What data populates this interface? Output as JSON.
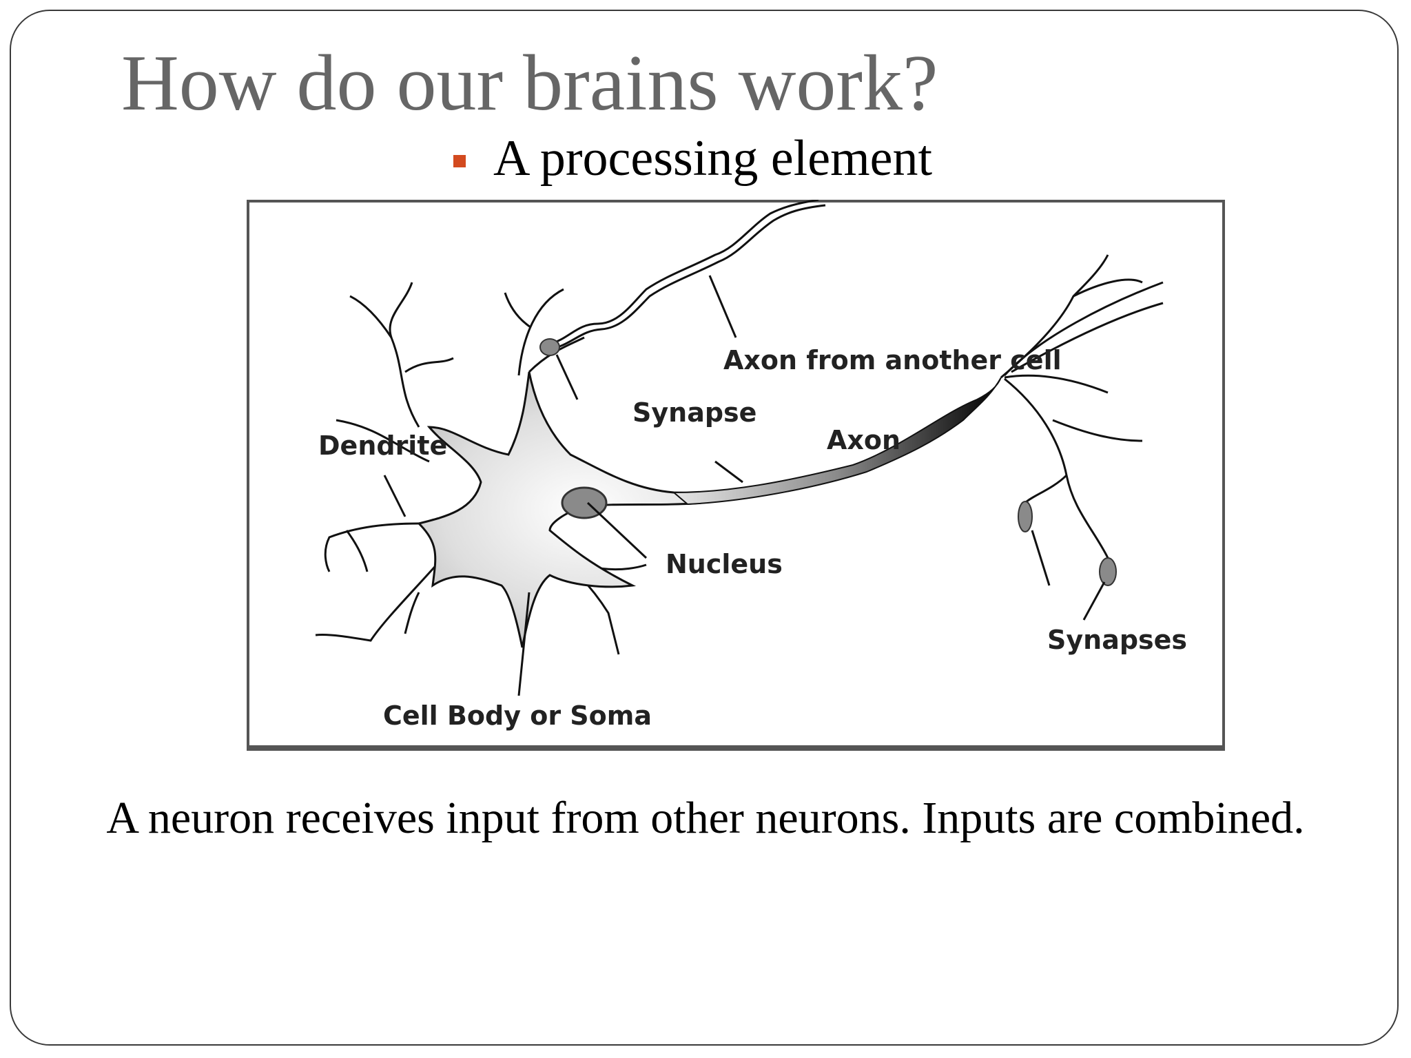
{
  "slide": {
    "title": "How do our brains work?",
    "bullet": "A processing element",
    "caption": "A neuron receives input from other neurons. Inputs are combined.",
    "bullet_color": "#d34a1f",
    "title_color": "#666666"
  },
  "diagram": {
    "labels": {
      "axon_from_another_cell": "Axon from another cell",
      "synapse": "Synapse",
      "dendrite": "Dendrite",
      "axon": "Axon",
      "nucleus": "Nucleus",
      "synapses": "Synapses",
      "cell_body": "Cell Body or Soma"
    }
  }
}
